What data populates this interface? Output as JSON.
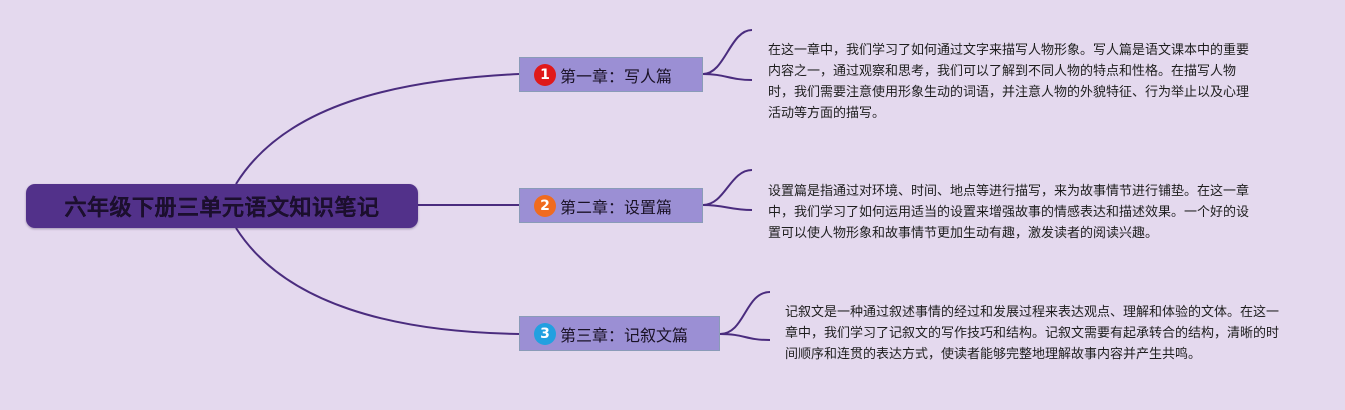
{
  "root": {
    "title": "六年级下册三单元语文知识笔记"
  },
  "branches": [
    {
      "number": "1",
      "label": "第一章：写人篇",
      "note": "在这一章中，我们学习了如何通过文字来描写人物形象。写人篇是语文课本中的重要内容之一，通过观察和思考，我们可以了解到不同人物的特点和性格。在描写人物时，我们需要注意使用形象生动的词语，并注意人物的外貌特征、行为举止以及心理活动等方面的描写。"
    },
    {
      "number": "2",
      "label": "第二章：设置篇",
      "note": "设置篇是指通过对环境、时间、地点等进行描写，来为故事情节进行铺垫。在这一章中，我们学习了如何运用适当的设置来增强故事的情感表达和描述效果。一个好的设置可以使人物形象和故事情节更加生动有趣，激发读者的阅读兴趣。"
    },
    {
      "number": "3",
      "label": "第三章：记叙文篇",
      "note": "记叙文是一种通过叙述事情的经过和发展过程来表达观点、理解和体验的文体。在这一章中，我们学习了记叙文的写作技巧和结构。记叙文需要有起承转合的结构，清晰的时间顺序和连贯的表达方式，使读者能够完整地理解故事内容并产生共鸣。"
    }
  ],
  "colors": {
    "background": "#e4d9ee",
    "root_fill": "#52318a",
    "branch_fill": "#9b8fd4",
    "connector": "#4a2c7e",
    "badge_1": "#e0191a",
    "badge_2": "#f06b1f",
    "badge_3": "#22a0e0"
  }
}
